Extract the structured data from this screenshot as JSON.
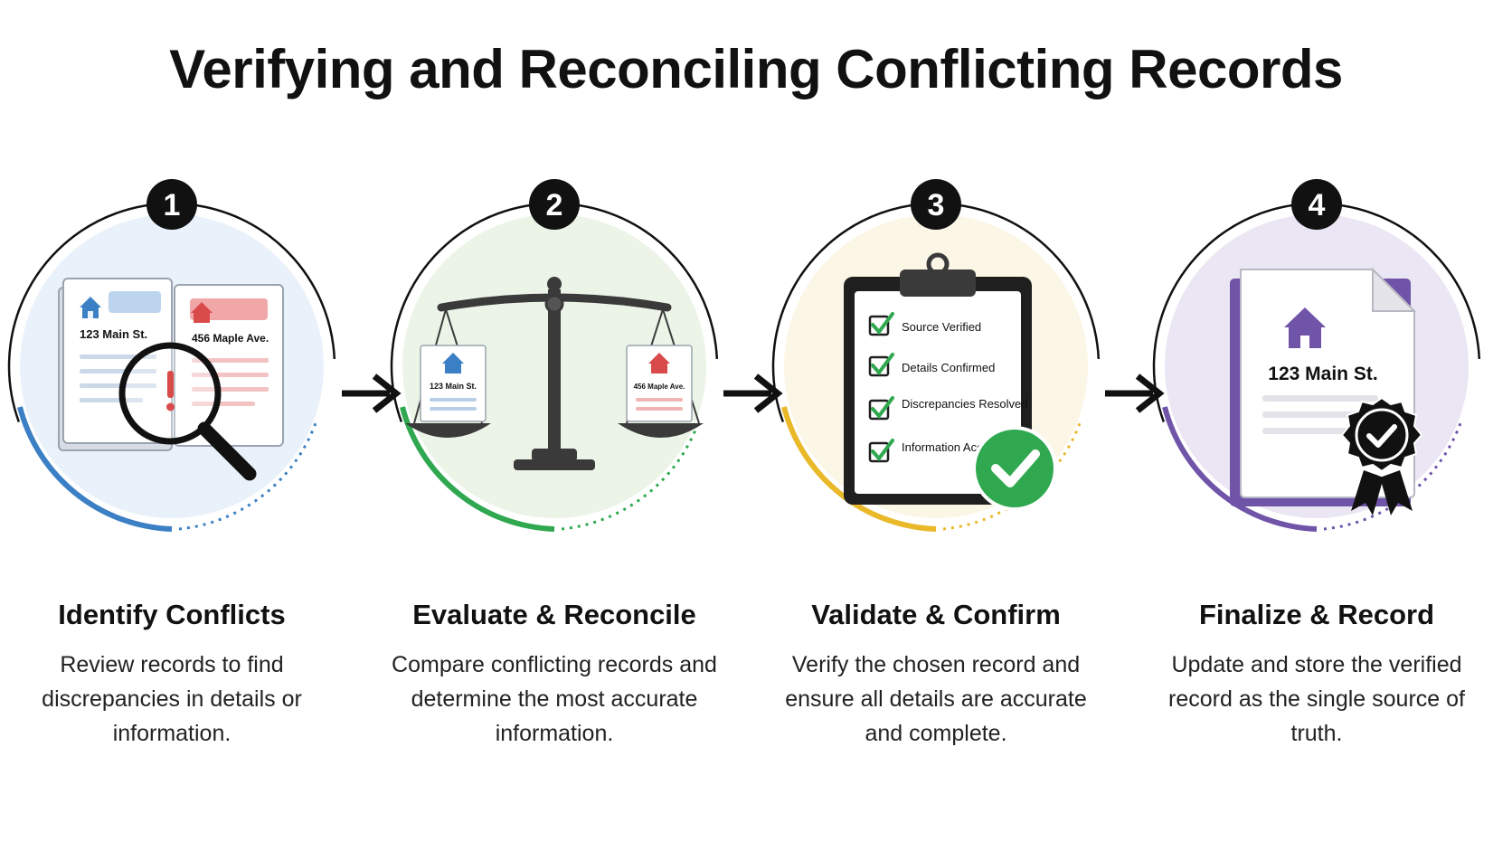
{
  "title": "Verifying and Reconciling Conflicting Records",
  "steps": [
    {
      "number": "1",
      "title": "Identify Conflicts",
      "description": "Review records to find discrepancies in details or information.",
      "accent": "#3b7fc4",
      "tint": "#e9f1fa",
      "card_a_address": "123 Main St.",
      "card_b_address": "456 Maple Ave."
    },
    {
      "number": "2",
      "title": "Evaluate & Reconcile",
      "description": "Compare conflicting records and determine the most accurate information.",
      "accent": "#2fa84f",
      "tint": "#ecf4e8",
      "card_a_address": "123 Main St.",
      "card_b_address": "456 Maple Ave."
    },
    {
      "number": "3",
      "title": "Validate & Confirm",
      "description": "Verify the chosen record and ensure all details are accurate and complete.",
      "accent": "#e9b92a",
      "tint": "#fbf6e6",
      "checklist": [
        "Source Verified",
        "Details Confirmed",
        "Discrepancies Resolved",
        "Information Accurate"
      ]
    },
    {
      "number": "4",
      "title": "Finalize & Record",
      "description": "Update and store the verified record as the single source of truth.",
      "accent": "#6f54a8",
      "tint": "#ebe6f3",
      "record_address": "123 Main St."
    }
  ],
  "colors": {
    "blue_house": "#3b7fc4",
    "red_house": "#d94b4b",
    "check_green": "#2fa84f",
    "purple_house": "#6f54a8"
  },
  "icons": [
    "house-icon",
    "magnifier-icon",
    "alert-icon",
    "balance-scale-icon",
    "clipboard-icon",
    "checkbox-icon",
    "check-badge-icon",
    "award-seal-icon",
    "arrow-right-icon"
  ]
}
